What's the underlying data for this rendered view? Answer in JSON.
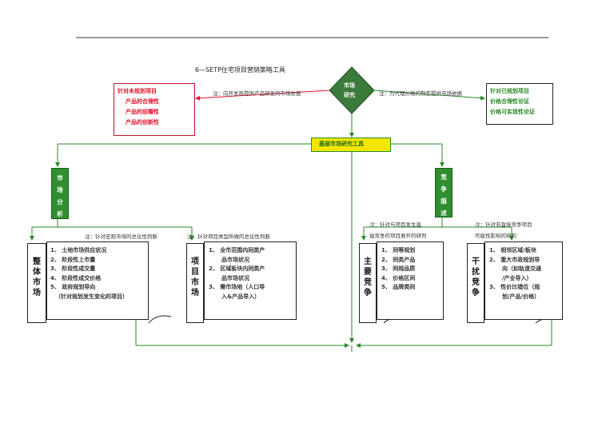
{
  "title": "6—SETP住宅项目营销策略工具",
  "top_diamond": {
    "line1": "市场",
    "line2": "研究"
  },
  "left_note": "注：向开发商提供产品研发的市场依据",
  "right_note": "注：为代理价格的制定提供市场依据",
  "left_box": {
    "line1": "针对未规划项目",
    "line2": "产品的合理性",
    "line3": "产品的前瞻性",
    "line4": "产品的创新性"
  },
  "right_box": {
    "line1": "针对已规划项目",
    "line2": "价格合理性论证",
    "line3": "价格可实现性论证"
  },
  "center_tool": "基层市场研究工具",
  "left_tag": {
    "chars": [
      "市",
      "场",
      "分",
      "析"
    ]
  },
  "right_tag": {
    "chars": [
      "竞",
      "争",
      "描",
      "述"
    ]
  },
  "note_overall": "注：针对宏观市场的总论性判断",
  "note_project": "注：针对项目类型所做的总论性判断",
  "note_competitor_1": "注：针对与项目发生直",
  "note_competitor_2": "接竞争的项目展开的研判",
  "note_interfere_1": "注：针对非直接竞争项目",
  "note_interfere_2": "可能性影响的研判",
  "overall_market": {
    "vertical": [
      "整",
      "体",
      "市",
      "场"
    ],
    "items": [
      "1、 土地市场供应状况",
      "2、 阶段性上市量",
      "3、 阶段性成交量",
      "4、 阶段性成交价格",
      "5、 政府规划导向",
      "（针对规划发生变化的项目）"
    ]
  },
  "project_market": {
    "vertical": [
      "项",
      "目",
      "市",
      "场"
    ],
    "items": [
      "1、 全市范围内同类产",
      "品市场状况",
      "2、 区域板块内同类产",
      "品市场状况",
      "3、 需市场地（人口导",
      "入&产品导入）"
    ]
  },
  "main_competitor": {
    "vertical": [
      "主",
      "要",
      "竞",
      "争"
    ],
    "items": [
      "1、 同等规划",
      "2、 同类产品",
      "3、 同规品质",
      "4、 价格区间",
      "5、 品牌类同"
    ]
  },
  "interfere_competitor": {
    "vertical": [
      "干",
      "扰",
      "竞",
      "争"
    ],
    "items": [
      "1、 相邻区域/板块",
      "2、 重大市政规划导",
      "向（如轨道交通",
      "/产业导入）",
      "3、 性价比错位（规",
      "划/产品/价格）"
    ]
  },
  "colors": {
    "red": "#e8102a",
    "green": "#2a8a26",
    "bar_green": "#2f8f2f",
    "tool_yellow": "#f5e600",
    "diamond": "#3a7a3a"
  }
}
